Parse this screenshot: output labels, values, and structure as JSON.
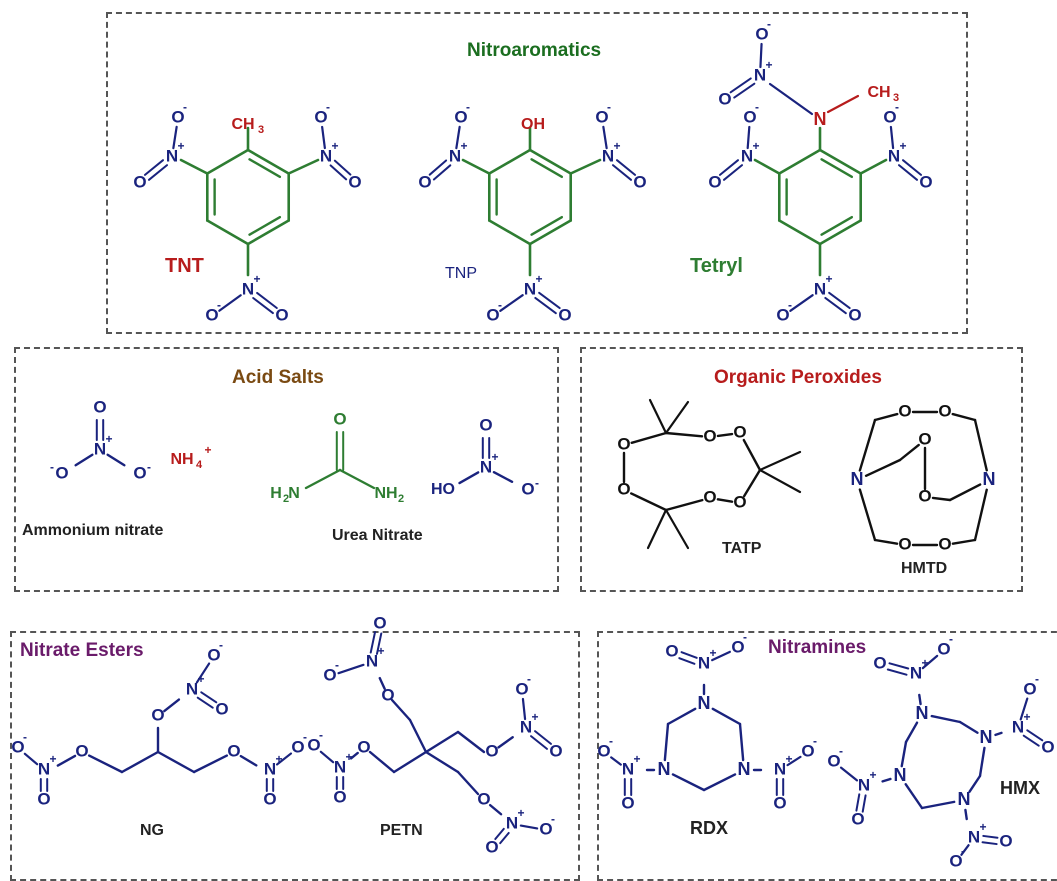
{
  "colors": {
    "nitro": "#1a237e",
    "ring_green": "#2e7d32",
    "title_green": "#1b6e20",
    "red": "#b71c1c",
    "brown": "#7a4a12",
    "purple": "#6a1b6a",
    "black": "#111111",
    "border": "#555555"
  },
  "atoms": {
    "O": "O",
    "N": "N",
    "plus": "+",
    "minus": "-",
    "CH3": "CH",
    "sub3": "3",
    "OH": "OH",
    "HO": "HO",
    "NH2": "NH",
    "H2N": "H",
    "sub2": "2",
    "NH4": "NH",
    "sub4": "4"
  },
  "panels": {
    "nitroaromatics": {
      "title": "Nitroaromatics",
      "compounds": [
        {
          "id": "tnt",
          "name": "TNT"
        },
        {
          "id": "tnp",
          "name": "TNP"
        },
        {
          "id": "tetryl",
          "name": "Tetryl"
        }
      ]
    },
    "acid_salts": {
      "title": "Acid Salts",
      "compounds": [
        {
          "id": "ammonium-nitrate",
          "name": "Ammonium nitrate"
        },
        {
          "id": "urea-nitrate",
          "name": "Urea Nitrate"
        }
      ]
    },
    "organic_peroxides": {
      "title": "Organic Peroxides",
      "compounds": [
        {
          "id": "tatp",
          "name": "TATP"
        },
        {
          "id": "hmtd",
          "name": "HMTD"
        }
      ]
    },
    "nitrate_esters": {
      "title": "Nitrate Esters",
      "compounds": [
        {
          "id": "ng",
          "name": "NG"
        },
        {
          "id": "petn",
          "name": "PETN"
        }
      ]
    },
    "nitramines": {
      "title": "Nitramines",
      "compounds": [
        {
          "id": "rdx",
          "name": "RDX"
        },
        {
          "id": "hmx",
          "name": "HMX"
        }
      ]
    }
  }
}
